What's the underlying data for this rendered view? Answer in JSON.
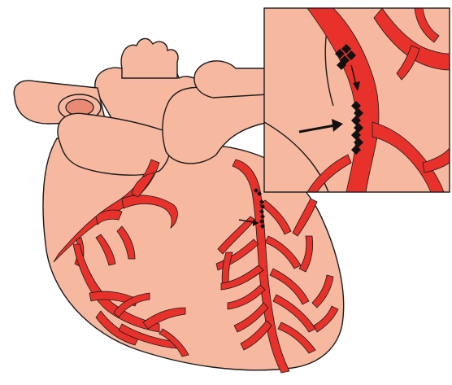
{
  "figure": {
    "subject": "heart-coronary-arteries",
    "colors": {
      "background": "#ffffff",
      "heart_tissue": "#f7b8a0",
      "outline": "#1a1a1a",
      "artery": "#e8312a",
      "vessel_opening": "#e98a74",
      "plaque": "#111111",
      "arrow": "#111111"
    },
    "inset": {
      "shows": "magnified-view-of-blocked-artery",
      "has_border": true
    },
    "annotations": {
      "arrow_count": 3,
      "plaque_marker_shape": "diamond"
    }
  }
}
